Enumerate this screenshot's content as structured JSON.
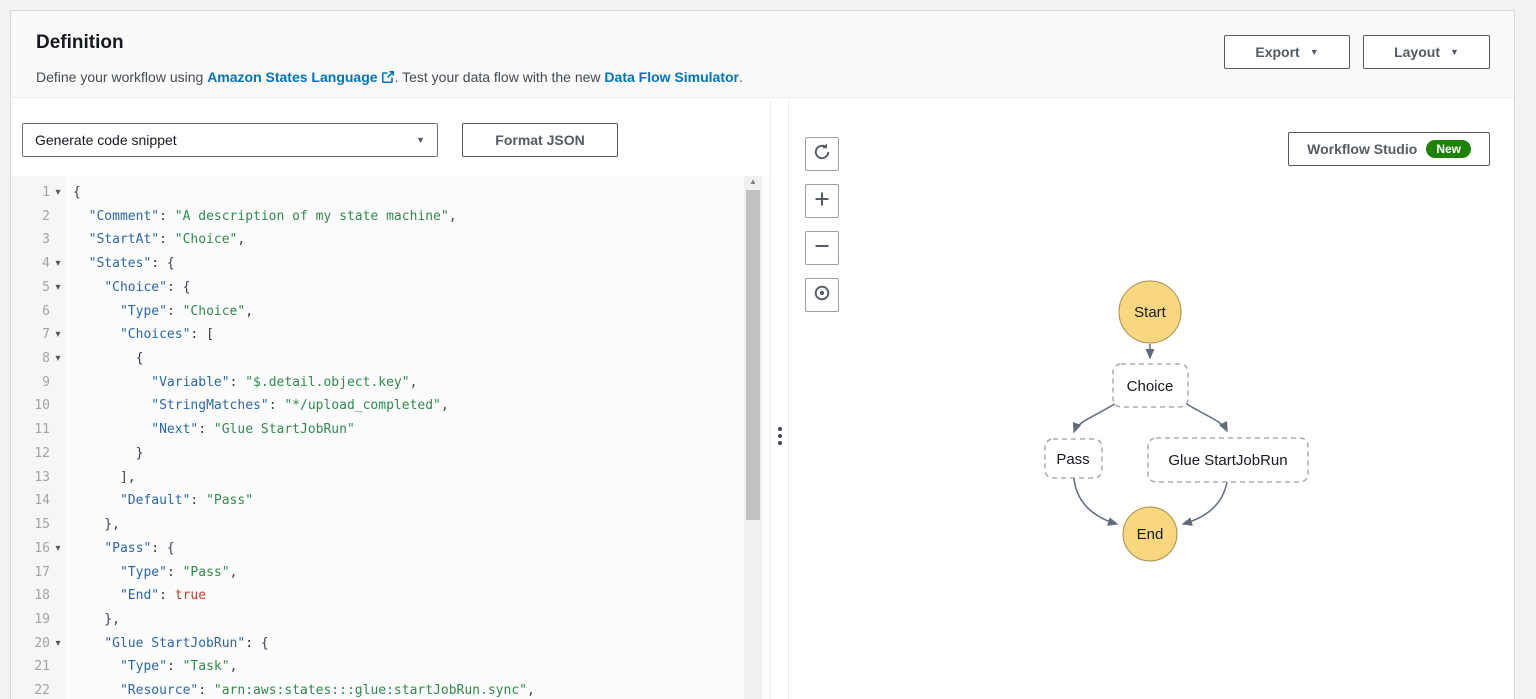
{
  "header": {
    "title": "Definition",
    "description": {
      "prefix": "Define your workflow using ",
      "link1": "Amazon States Language",
      "middle": ". Test your data flow with the new ",
      "link2": "Data Flow Simulator",
      "suffix": "."
    },
    "buttons": {
      "export": "Export",
      "layout": "Layout"
    }
  },
  "left_panel": {
    "snippet_dropdown": {
      "value": "Generate code snippet"
    },
    "format_button": "Format JSON",
    "editor": {
      "language": "json",
      "fold_markers_on_lines": [
        1,
        4,
        5,
        7,
        8,
        16,
        20
      ],
      "lines": [
        "{",
        "  \"Comment\": \"A description of my state machine\",",
        "  \"StartAt\": \"Choice\",",
        "  \"States\": {",
        "    \"Choice\": {",
        "      \"Type\": \"Choice\",",
        "      \"Choices\": [",
        "        {",
        "          \"Variable\": \"$.detail.object.key\",",
        "          \"StringMatches\": \"*/upload_completed\",",
        "          \"Next\": \"Glue StartJobRun\"",
        "        }",
        "      ],",
        "      \"Default\": \"Pass\"",
        "    },",
        "    \"Pass\": {",
        "      \"Type\": \"Pass\",",
        "      \"End\": true",
        "    },",
        "    \"Glue StartJobRun\": {",
        "      \"Type\": \"Task\",",
        "      \"Resource\": \"arn:aws:states:::glue:startJobRun.sync\","
      ]
    }
  },
  "right_panel": {
    "workflow_studio_button": "Workflow Studio",
    "new_badge": "New",
    "controls": [
      {
        "name": "refresh"
      },
      {
        "name": "zoom-in"
      },
      {
        "name": "zoom-out"
      },
      {
        "name": "center"
      }
    ],
    "diagram": {
      "nodes": [
        {
          "id": "start",
          "label": "Start",
          "shape": "circle"
        },
        {
          "id": "choice",
          "label": "Choice",
          "shape": "dashed-box"
        },
        {
          "id": "pass",
          "label": "Pass",
          "shape": "dashed-box"
        },
        {
          "id": "glue-startjobrun",
          "label": "Glue StartJobRun",
          "shape": "dashed-box"
        },
        {
          "id": "end",
          "label": "End",
          "shape": "circle"
        }
      ],
      "edges": [
        {
          "from": "start",
          "to": "choice"
        },
        {
          "from": "choice",
          "to": "pass"
        },
        {
          "from": "choice",
          "to": "glue-startjobrun"
        },
        {
          "from": "pass",
          "to": "end"
        },
        {
          "from": "glue-startjobrun",
          "to": "end"
        }
      ]
    }
  },
  "colors": {
    "link_blue": "#0073bb",
    "badge_green": "#1d8102",
    "node_fill_yellow": "#f8d77e",
    "syntax_key": "#2c66a8",
    "syntax_string": "#2f8a4c",
    "syntax_boolean": "#b5432c"
  }
}
